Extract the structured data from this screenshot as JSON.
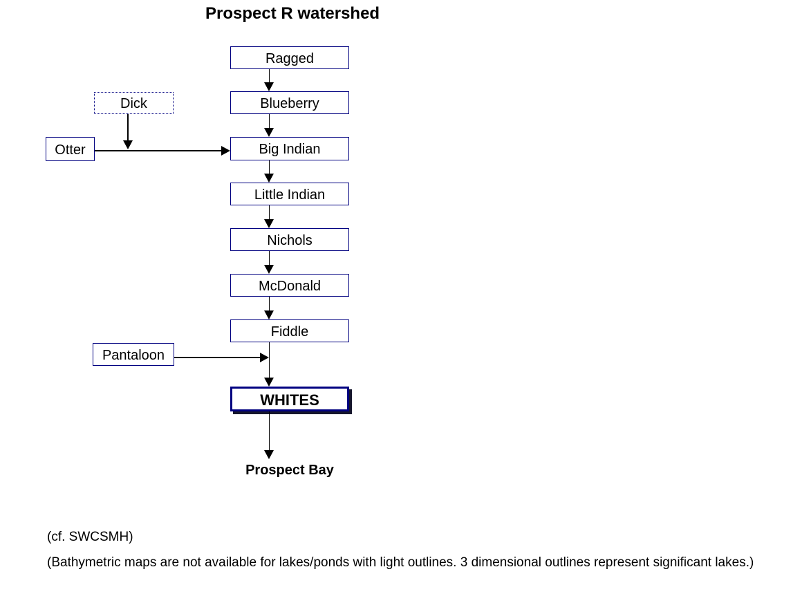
{
  "title": "Prospect R watershed",
  "nodes": {
    "ragged": {
      "label": "Ragged",
      "outline": "light"
    },
    "blueberry": {
      "label": "Blueberry",
      "outline": "light"
    },
    "big_indian": {
      "label": "Big Indian",
      "outline": "light"
    },
    "little_indian": {
      "label": "Little Indian",
      "outline": "light"
    },
    "nichols": {
      "label": "Nichols",
      "outline": "light"
    },
    "mcdonald": {
      "label": "McDonald",
      "outline": "light"
    },
    "fiddle": {
      "label": "Fiddle",
      "outline": "light"
    },
    "whites": {
      "label": "WHITES",
      "outline": "3-dimensional"
    },
    "dick": {
      "label": "Dick",
      "outline": "dotted"
    },
    "otter": {
      "label": "Otter",
      "outline": "light"
    },
    "pantaloon": {
      "label": "Pantaloon",
      "outline": "light"
    }
  },
  "outlet": {
    "label": "Prospect Bay"
  },
  "edges": [
    {
      "from": "Ragged",
      "to": "Blueberry"
    },
    {
      "from": "Blueberry",
      "to": "Big Indian"
    },
    {
      "from": "Dick",
      "to": "Otter-Big Indian channel"
    },
    {
      "from": "Otter",
      "to": "Big Indian"
    },
    {
      "from": "Big Indian",
      "to": "Little Indian"
    },
    {
      "from": "Little Indian",
      "to": "Nichols"
    },
    {
      "from": "Nichols",
      "to": "McDonald"
    },
    {
      "from": "McDonald",
      "to": "Fiddle"
    },
    {
      "from": "Fiddle",
      "to": "WHITES"
    },
    {
      "from": "Pantaloon",
      "to": "Fiddle-WHITES channel"
    },
    {
      "from": "WHITES",
      "to": "Prospect Bay"
    }
  ],
  "notes": {
    "line1": "(cf. SWCSMH)",
    "line2": "(Bathymetric maps are not available for lakes/ponds with light outlines. 3 dimensional outlines represent significant lakes.)"
  },
  "colors": {
    "box_border": "#000080",
    "arrow": "#000000",
    "text": "#000000",
    "whites_shadow": "#16162c",
    "background": "#ffffff"
  }
}
